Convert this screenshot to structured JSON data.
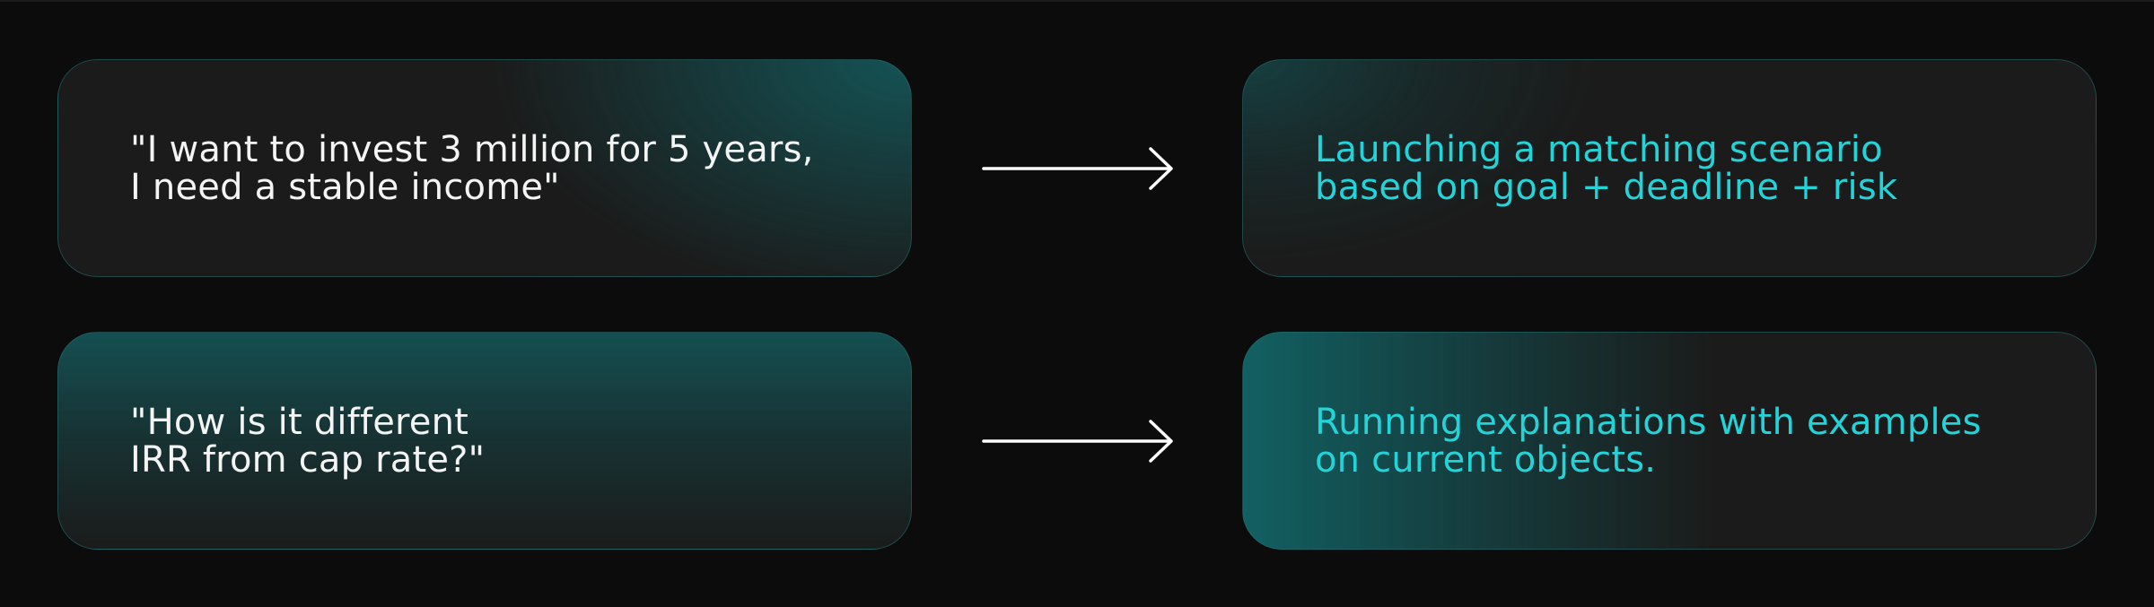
{
  "rows": [
    {
      "question": "\"I want to invest 3 million for 5 years,\nI need a stable income\"",
      "answer": "Launching a matching scenario\nbased on goal + deadline + risk"
    },
    {
      "question": "\"How is it different\nIRR from cap rate?\"",
      "answer": "Running explanations with examples\non current objects."
    }
  ],
  "colors": {
    "background": "#0c0c0c",
    "card": "#1b1b1b",
    "accent": "#22d3d8",
    "teal_glow": "#145658",
    "question_text": "#f4f4f4",
    "arrow": "#ffffff"
  },
  "icons": {
    "arrow": "arrow-right-icon"
  }
}
